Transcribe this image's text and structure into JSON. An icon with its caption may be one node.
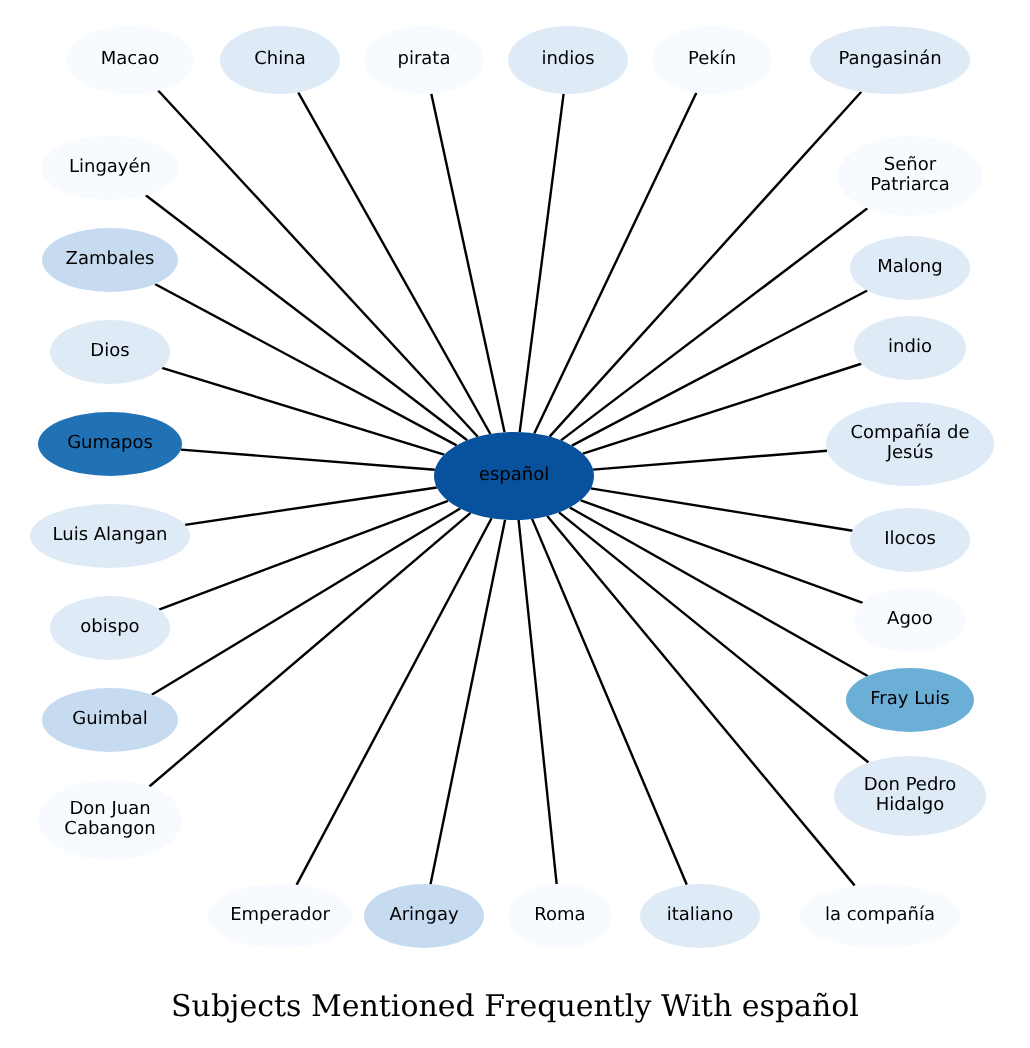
{
  "diagram": {
    "title": "Subjects Mentioned Frequently With español",
    "nodes": [
      {
        "text": [
          "español"
        ]
      },
      {
        "text": [
          "pirata"
        ]
      },
      {
        "text": [
          "Pekín"
        ]
      },
      {
        "text": [
          "Macao"
        ]
      },
      {
        "text": [
          "China"
        ]
      },
      {
        "text": [
          "indios"
        ]
      },
      {
        "text": [
          "Pangasinán"
        ]
      },
      {
        "text": [
          "Señor Patriarca"
        ]
      },
      {
        "text": [
          "Lingayén"
        ]
      },
      {
        "text": [
          "Zambales"
        ]
      },
      {
        "text": [
          "Malong"
        ]
      },
      {
        "text": [
          "indio"
        ]
      },
      {
        "text": [
          "Dios"
        ]
      },
      {
        "text": [
          "Gumapos"
        ]
      },
      {
        "text": [
          "Compañía de Jesús"
        ]
      },
      {
        "text": [
          "Luis Alangan"
        ]
      },
      {
        "text": [
          "Ilocos"
        ]
      },
      {
        "text": [
          "Fray Luis"
        ]
      },
      {
        "text": [
          "obispo"
        ]
      },
      {
        "text": [
          "Agoo"
        ]
      },
      {
        "text": [
          "Guimbal"
        ]
      },
      {
        "text": [
          "Don Pedro Hidalgo"
        ]
      },
      {
        "text": [
          "Don Juan Cabangon"
        ]
      },
      {
        "text": [
          "Aringay"
        ]
      },
      {
        "text": [
          "Emperador"
        ]
      },
      {
        "text": [
          "italiano"
        ]
      },
      {
        "text": [
          "la compañía"
        ]
      },
      {
        "text": [
          "Roma"
        ]
      }
    ],
    "edges": [
      {
        "from": 0,
        "to": 1,
        "arrow": "none"
      },
      {
        "from": 0,
        "to": 2,
        "arrow": "none"
      },
      {
        "from": 0,
        "to": 3,
        "arrow": "none"
      },
      {
        "from": 0,
        "to": 4,
        "arrow": "none"
      },
      {
        "from": 0,
        "to": 5,
        "arrow": "none"
      },
      {
        "from": 0,
        "to": 6,
        "arrow": "none"
      },
      {
        "from": 0,
        "to": 7,
        "arrow": "none"
      },
      {
        "from": 0,
        "to": 8,
        "arrow": "none"
      },
      {
        "from": 0,
        "to": 9,
        "arrow": "none"
      },
      {
        "from": 0,
        "to": 10,
        "arrow": "none"
      },
      {
        "from": 0,
        "to": 11,
        "arrow": "none"
      },
      {
        "from": 0,
        "to": 12,
        "arrow": "none"
      },
      {
        "from": 0,
        "to": 13,
        "arrow": "none"
      },
      {
        "from": 0,
        "to": 14,
        "arrow": "none"
      },
      {
        "from": 0,
        "to": 15,
        "arrow": "none"
      },
      {
        "from": 0,
        "to": 16,
        "arrow": "none"
      },
      {
        "from": 0,
        "to": 17,
        "arrow": "none"
      },
      {
        "from": 0,
        "to": 18,
        "arrow": "none"
      },
      {
        "from": 0,
        "to": 19,
        "arrow": "none"
      },
      {
        "from": 0,
        "to": 20,
        "arrow": "none"
      },
      {
        "from": 0,
        "to": 21,
        "arrow": "none"
      },
      {
        "from": 0,
        "to": 22,
        "arrow": "none"
      },
      {
        "from": 0,
        "to": 23,
        "arrow": "none"
      },
      {
        "from": 0,
        "to": 24,
        "arrow": "none"
      },
      {
        "from": 0,
        "to": 25,
        "arrow": "none"
      },
      {
        "from": 0,
        "to": 26,
        "arrow": "none"
      },
      {
        "from": 0,
        "to": 27,
        "arrow": "none"
      }
    ]
  }
}
